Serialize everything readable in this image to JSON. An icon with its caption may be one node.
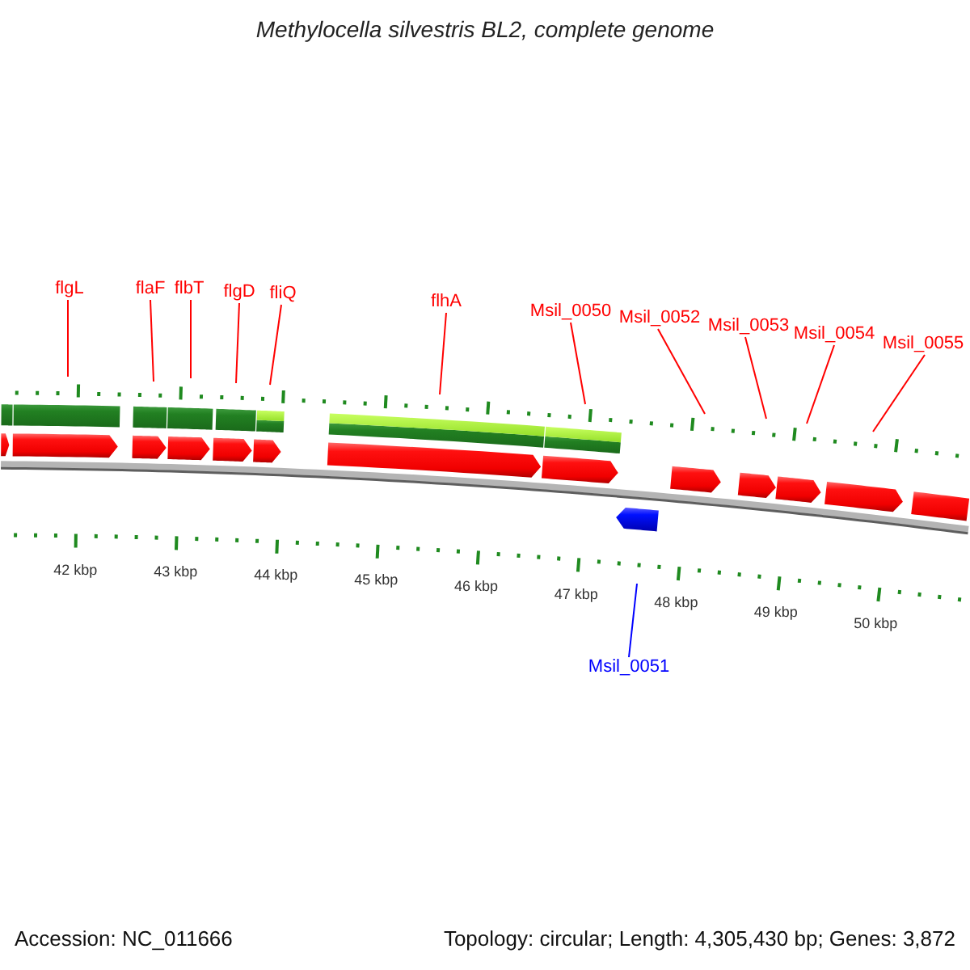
{
  "diagram": {
    "title": "Methylocella silvestris BL2, complete genome",
    "nodes": [
      {
        "text": [
          "flgL"
        ]
      },
      {
        "text": [
          "flaF"
        ]
      },
      {
        "text": [
          "flbT"
        ]
      },
      {
        "text": [
          "flgD"
        ]
      },
      {
        "text": [
          "fliQ"
        ]
      },
      {
        "text": [
          "flhA"
        ]
      },
      {
        "text": [
          "Msil_0050"
        ]
      },
      {
        "text": [
          "Msil_0052"
        ]
      },
      {
        "text": [
          "Msil_0053"
        ]
      },
      {
        "text": [
          "Msil_0054"
        ]
      },
      {
        "text": [
          "Msil_0055"
        ]
      },
      {
        "text": [
          "Msil_0051"
        ]
      }
    ],
    "edges": [
      {
        "from": 0,
        "to": null,
        "arrow": "none"
      },
      {
        "from": 1,
        "to": null,
        "arrow": "none"
      },
      {
        "from": 2,
        "to": null,
        "arrow": "none"
      },
      {
        "from": 3,
        "to": null,
        "arrow": "none"
      },
      {
        "from": 4,
        "to": null,
        "arrow": "none"
      },
      {
        "from": 5,
        "to": null,
        "arrow": "none"
      },
      {
        "from": 6,
        "to": null,
        "arrow": "none"
      },
      {
        "from": 7,
        "to": null,
        "arrow": "none"
      },
      {
        "from": 8,
        "to": null,
        "arrow": "none"
      },
      {
        "from": 9,
        "to": null,
        "arrow": "none"
      },
      {
        "from": 10,
        "to": null,
        "arrow": "none"
      },
      {
        "from": 11,
        "to": null,
        "arrow": "none",
        "color": "#0000ff"
      }
    ],
    "labels": [
      "42 kbp",
      "43 kbp",
      "44 kbp",
      "45 kbp",
      "46 kbp",
      "47 kbp",
      "48 kbp",
      "49 kbp",
      "50 kbp",
      "Accession: NC_011666",
      "Topology: circular; Length: 4,305,430 bp; Genes: 3,872"
    ]
  }
}
